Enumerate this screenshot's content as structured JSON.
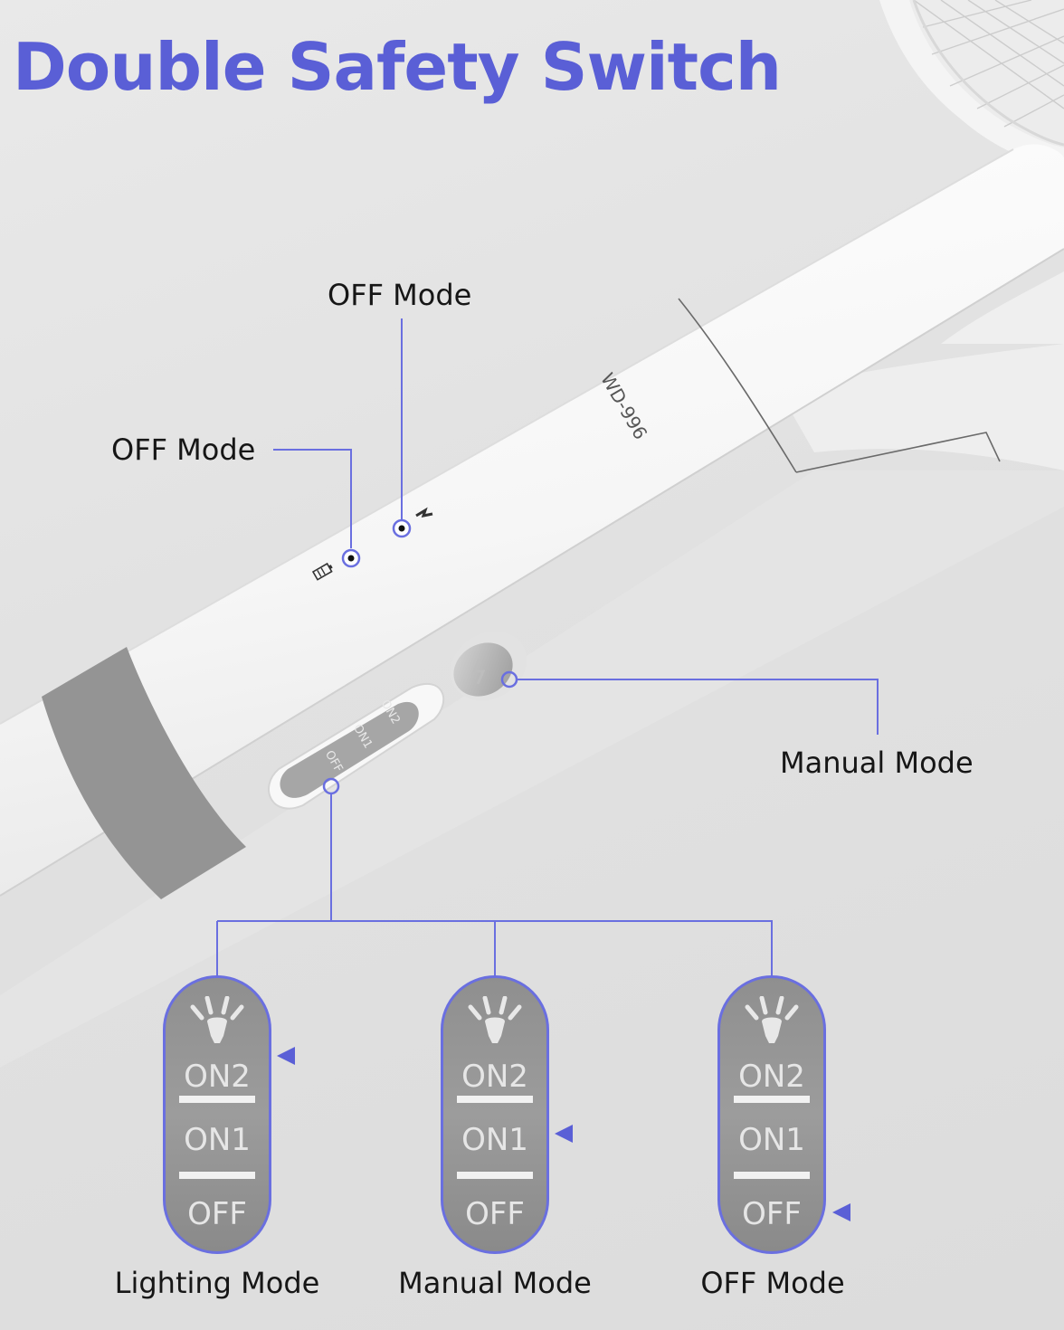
{
  "title": "Double Safety Switch",
  "model_text": "WD-996",
  "callouts": {
    "top_off_mode": "OFF Mode",
    "left_off_mode": "OFF Mode",
    "manual_mode": "Manual Mode"
  },
  "handle_switch": {
    "on2": "ON2",
    "on1": "ON1",
    "off": "OFF"
  },
  "sliders": [
    {
      "label": "Lighting Mode",
      "on2": "ON2",
      "on1": "ON1",
      "off": "OFF",
      "selected": "ON2"
    },
    {
      "label": "Manual Mode",
      "on2": "ON2",
      "on1": "ON1",
      "off": "OFF",
      "selected": "ON1"
    },
    {
      "label": "OFF Mode",
      "on2": "ON2",
      "on1": "ON1",
      "off": "OFF",
      "selected": "OFF"
    }
  ],
  "colors": {
    "accent": "#5a5fd6",
    "line": "#6a6fe0",
    "switch_gray": "#9a9a9a"
  },
  "icons": [
    "battery-icon",
    "lightning-icon",
    "bulb-icon"
  ]
}
